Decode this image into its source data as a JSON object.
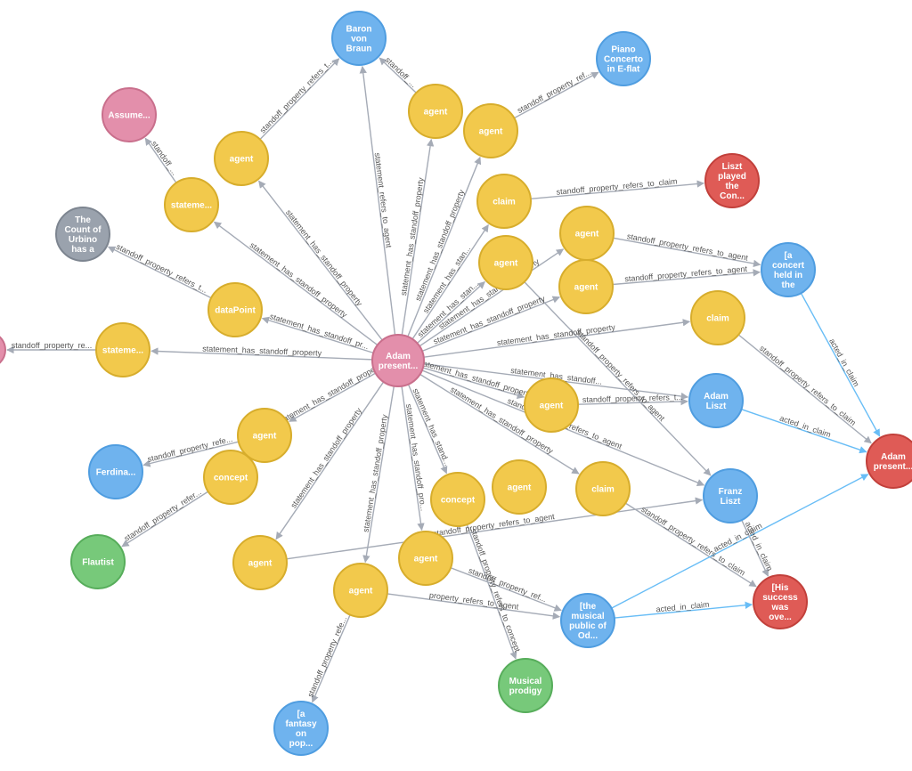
{
  "colors": {
    "agent": "#f2c94c",
    "root": "#e38fab",
    "person": "#6fb3ee",
    "claim_red": "#df5b56",
    "gray": "#9aa2ad",
    "green": "#77c97a",
    "edge": "#a5abb6",
    "edge_blue": "#68bdf6"
  },
  "nodes": [
    {
      "id": "root",
      "label": [
        "Adam",
        "present..."
      ],
      "kind": "root"
    },
    {
      "id": "baron",
      "label": [
        "Baron",
        "von",
        "Braun"
      ],
      "kind": "person"
    },
    {
      "id": "piano",
      "label": [
        "Piano",
        "Concerto",
        "in E-flat"
      ],
      "kind": "person"
    },
    {
      "id": "assume",
      "label": [
        "Assume..."
      ],
      "kind": "root"
    },
    {
      "id": "liszt_played",
      "label": [
        "Liszt",
        "played",
        "the",
        "Con..."
      ],
      "kind": "claim_red"
    },
    {
      "id": "count",
      "label": [
        "The",
        "Count of",
        "Urbino",
        "has a"
      ],
      "kind": "gray"
    },
    {
      "id": "concert",
      "label": [
        "[a",
        "concert",
        "held in",
        "the"
      ],
      "kind": "person"
    },
    {
      "id": "adam_liszt",
      "label": [
        "Adam",
        "Liszt"
      ],
      "kind": "person"
    },
    {
      "id": "adam_red",
      "label": [
        "Adam",
        "present..."
      ],
      "kind": "claim_red"
    },
    {
      "id": "franz",
      "label": [
        "Franz",
        "Liszt"
      ],
      "kind": "person"
    },
    {
      "id": "ferdina",
      "label": [
        "Ferdina..."
      ],
      "kind": "person"
    },
    {
      "id": "flautist",
      "label": [
        "Flautist"
      ],
      "kind": "green"
    },
    {
      "id": "his_success",
      "label": [
        "[His",
        "success",
        "was",
        "ove..."
      ],
      "kind": "claim_red"
    },
    {
      "id": "musical_public",
      "label": [
        "[the",
        "musical",
        "public of",
        "Od..."
      ],
      "kind": "person"
    },
    {
      "id": "prodigy",
      "label": [
        "Musical",
        "prodigy"
      ],
      "kind": "green"
    },
    {
      "id": "fantasy",
      "label": [
        "[a",
        "fantasy",
        "on",
        "pop..."
      ],
      "kind": "person"
    },
    {
      "id": "agent_top1",
      "label": [
        "agent"
      ],
      "kind": "agent"
    },
    {
      "id": "agent_top2",
      "label": [
        "agent"
      ],
      "kind": "agent"
    },
    {
      "id": "agent_left",
      "label": [
        "agent"
      ],
      "kind": "agent"
    },
    {
      "id": "stateme_top",
      "label": [
        "stateme..."
      ],
      "kind": "agent"
    },
    {
      "id": "claim_top",
      "label": [
        "claim"
      ],
      "kind": "agent"
    },
    {
      "id": "agent_mid1",
      "label": [
        "agent"
      ],
      "kind": "agent"
    },
    {
      "id": "agent_mid2",
      "label": [
        "agent"
      ],
      "kind": "agent"
    },
    {
      "id": "agent_mid3",
      "label": [
        "agent"
      ],
      "kind": "agent"
    },
    {
      "id": "datapoint",
      "label": [
        "dataPoint"
      ],
      "kind": "agent"
    },
    {
      "id": "claim_right",
      "label": [
        "claim"
      ],
      "kind": "agent"
    },
    {
      "id": "stateme_left",
      "label": [
        "stateme..."
      ],
      "kind": "agent"
    },
    {
      "id": "agent_center",
      "label": [
        "agent"
      ],
      "kind": "agent"
    },
    {
      "id": "agent_lowleft",
      "label": [
        "agent"
      ],
      "kind": "agent"
    },
    {
      "id": "concept_left",
      "label": [
        "concept"
      ],
      "kind": "agent"
    },
    {
      "id": "concept_mid",
      "label": [
        "concept"
      ],
      "kind": "agent"
    },
    {
      "id": "agent_low1",
      "label": [
        "agent"
      ],
      "kind": "agent"
    },
    {
      "id": "claim_low",
      "label": [
        "claim"
      ],
      "kind": "agent"
    },
    {
      "id": "agent_low2",
      "label": [
        "agent"
      ],
      "kind": "agent"
    },
    {
      "id": "agent_bottom1",
      "label": [
        "agent"
      ],
      "kind": "agent"
    },
    {
      "id": "agent_bottom2",
      "label": [
        "agent"
      ],
      "kind": "agent"
    },
    {
      "id": "offscreen",
      "label": [],
      "kind": "root"
    }
  ],
  "edges": [
    {
      "from": "root",
      "to": "baron",
      "label": "statement_refers_to_agent"
    },
    {
      "from": "agent_left",
      "to": "baron",
      "label": "standoff_property_refers_t..."
    },
    {
      "from": "agent_top1",
      "to": "baron",
      "label": "standoff_..."
    },
    {
      "from": "agent_top2",
      "to": "piano",
      "label": "standoff_property_ref..."
    },
    {
      "from": "stateme_top",
      "to": "assume",
      "label": "standoff_..."
    },
    {
      "from": "claim_top",
      "to": "liszt_played",
      "label": "standoff_property_refers_to_claim"
    },
    {
      "from": "datapoint",
      "to": "count",
      "label": "standoff_property_refers_t..."
    },
    {
      "from": "agent_mid1",
      "to": "concert",
      "label": "standoff_property_refers_to_agent"
    },
    {
      "from": "agent_mid3",
      "to": "concert",
      "label": "standoff_property_refers_to_agent"
    },
    {
      "from": "concert",
      "to": "adam_red",
      "label": "acted_in_claim",
      "blue": true
    },
    {
      "from": "claim_right",
      "to": "adam_red",
      "label": "standoff_property_refers_to_claim"
    },
    {
      "from": "adam_liszt",
      "to": "adam_red",
      "label": "acted_in_claim",
      "blue": true
    },
    {
      "from": "agent_center",
      "to": "adam_liszt",
      "label": "standoff_property_refers_t..."
    },
    {
      "from": "agent_mid2",
      "to": "franz",
      "label": "standoff_property_refers_to_agent"
    },
    {
      "from": "root",
      "to": "franz",
      "label": "standoff_property_refers_to_agent"
    },
    {
      "from": "agent_lowleft",
      "to": "ferdina",
      "label": "standoff_property_refe..."
    },
    {
      "from": "concept_left",
      "to": "flautist",
      "label": "standoff_property_refer..."
    },
    {
      "from": "claim_low",
      "to": "his_success",
      "label": "standoff_property_refers_to_claim"
    },
    {
      "from": "agent_low2",
      "to": "musical_public",
      "label": "standoff_property_ref..."
    },
    {
      "from": "musical_public",
      "to": "adam_red",
      "label": "acted_in_claim",
      "blue": true
    },
    {
      "from": "musical_public",
      "to": "his_success",
      "label": "acted_in_claim",
      "blue": true
    },
    {
      "from": "franz",
      "to": "his_success",
      "label": "acted_in_claim"
    },
    {
      "from": "agent_bottom1",
      "to": "franz",
      "label": "standoff_property_refers_to_agent"
    },
    {
      "from": "agent_bottom2",
      "to": "musical_public",
      "label": "property_refers_to_agent"
    },
    {
      "from": "concept_mid",
      "to": "prodigy",
      "label": "standoff_property_refers_to_concept"
    },
    {
      "from": "agent_bottom2",
      "to": "fantasy",
      "label": "standoff_property_refe..."
    },
    {
      "from": "stateme_left",
      "to": "offscreen",
      "label": "standoff_property_re..."
    },
    {
      "from": "root",
      "to": "stateme_left",
      "label": "statement_has_standoff_property"
    },
    {
      "from": "root",
      "to": "agent_left",
      "label": "statement_has_standoff_property"
    },
    {
      "from": "root",
      "to": "stateme_top",
      "label": "statement_has_standoff_property"
    },
    {
      "from": "root",
      "to": "datapoint",
      "label": "statement_has_standoff_pr..."
    },
    {
      "from": "root",
      "to": "agent_top1",
      "label": "statement_has_standoff_property"
    },
    {
      "from": "root",
      "to": "agent_top2",
      "label": "statement_has_standoff_property"
    },
    {
      "from": "root",
      "to": "claim_top",
      "label": "statement_has_stan..."
    },
    {
      "from": "root",
      "to": "agent_mid1",
      "label": "statement_has_standoff_property"
    },
    {
      "from": "root",
      "to": "agent_mid3",
      "label": "statement_has_standoff_property"
    },
    {
      "from": "root",
      "to": "claim_right",
      "label": "statement_has_standoff_property"
    },
    {
      "from": "root",
      "to": "agent_center",
      "label": "statement_has_standoff_property"
    },
    {
      "from": "root",
      "to": "agent_lowleft",
      "label": "statement_has_standoff_property"
    },
    {
      "from": "root",
      "to": "agent_bottom1",
      "label": "statement_has_standoff_property"
    },
    {
      "from": "root",
      "to": "agent_bottom2",
      "label": "statement_has_standoff_property"
    },
    {
      "from": "root",
      "to": "concept_mid",
      "label": "statement_has_stand..."
    },
    {
      "from": "root",
      "to": "agent_low2",
      "label": "statement_has_standoff_pro..."
    },
    {
      "from": "root",
      "to": "claim_low",
      "label": "statement_has_standoff_property"
    },
    {
      "from": "root",
      "to": "agent_mid2",
      "label": "statement_has_stan..."
    },
    {
      "from": "root",
      "to": "adam_liszt",
      "label": "statement_has_standoff..."
    }
  ]
}
